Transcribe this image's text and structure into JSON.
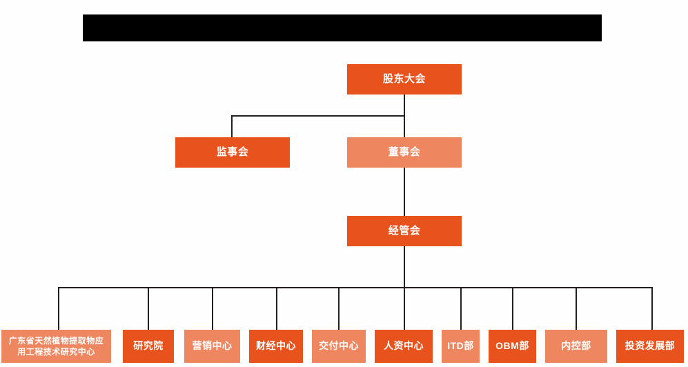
{
  "document": {
    "type": "organization-chart",
    "background_color": "#fefefe",
    "colors": {
      "dark_orange": "#e8521c",
      "light_orange": "#ee8660",
      "connector": "#231f20",
      "redaction": "#000000",
      "text": "#ffffff"
    }
  },
  "header": {
    "redaction_bar": {
      "text": "",
      "color": "#000000"
    }
  },
  "nodes": {
    "shareholders_meeting": {
      "label": "股东大会",
      "shade": "dark"
    },
    "board_of_supervisors": {
      "label": "监事会",
      "shade": "dark"
    },
    "board_of_directors": {
      "label": "董事会",
      "shade": "light"
    },
    "management_committee": {
      "label": "经管会",
      "shade": "dark"
    }
  },
  "departments": [
    {
      "label": "广东省天然植物提取物应\n用工程技术研究中心",
      "line1": "广东省天然植物提取物应",
      "line2": "用工程技术研究中心",
      "shade": "light"
    },
    {
      "label": "研究院",
      "shade": "dark"
    },
    {
      "label": "营销中心",
      "shade": "light"
    },
    {
      "label": "财经中心",
      "shade": "dark"
    },
    {
      "label": "交付中心",
      "shade": "light"
    },
    {
      "label": "人资中心",
      "shade": "dark"
    },
    {
      "label": "ITD部",
      "shade": "light"
    },
    {
      "label": "OBM部",
      "shade": "dark"
    },
    {
      "label": "内控部",
      "shade": "light"
    },
    {
      "label": "投资发展部",
      "shade": "dark"
    }
  ]
}
